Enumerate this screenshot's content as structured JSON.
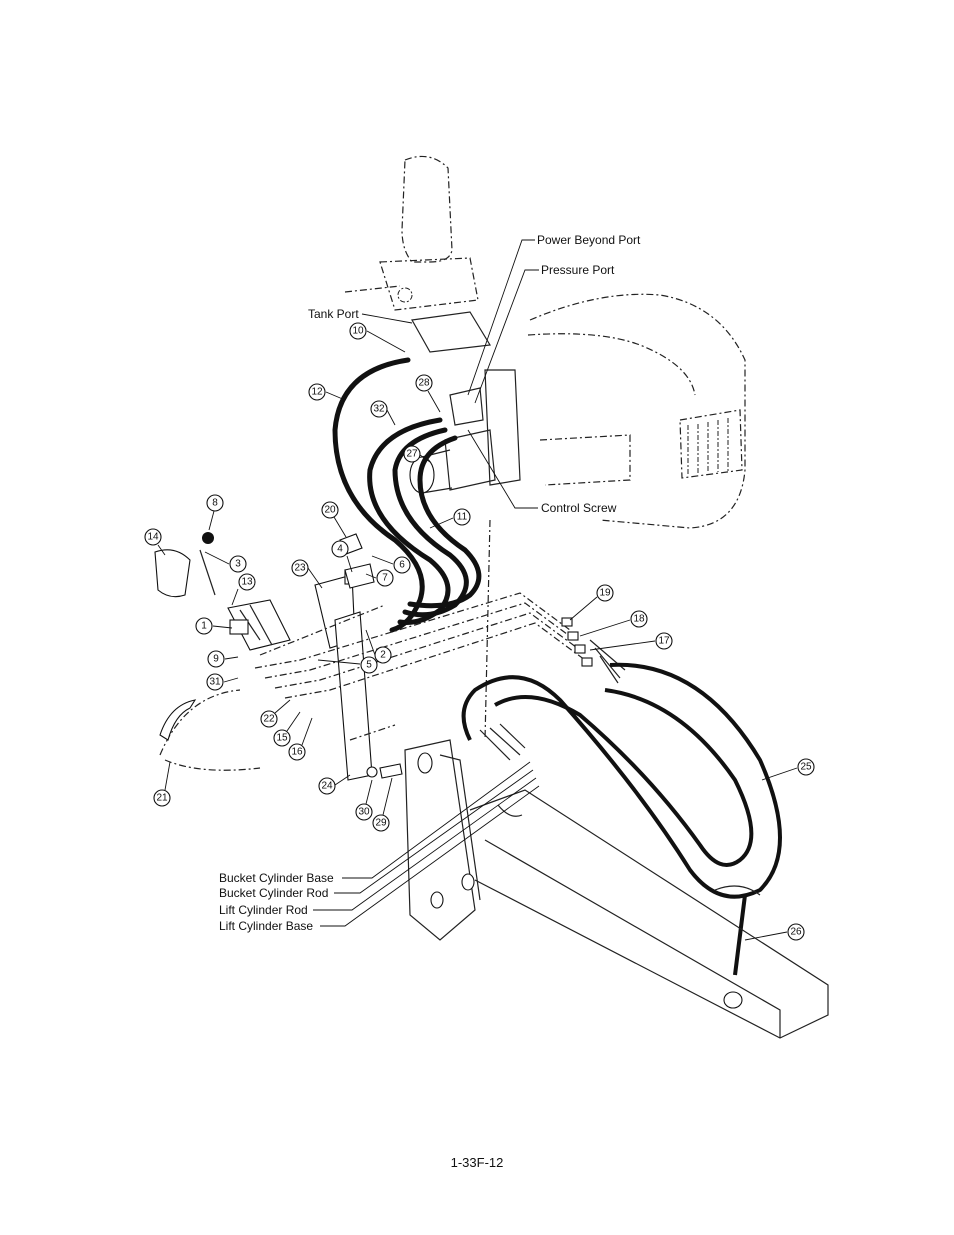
{
  "callouts": {
    "power_beyond_port": "Power Beyond Port",
    "pressure_port": "Pressure Port",
    "tank_port": "Tank Port",
    "control_screw": "Control Screw",
    "bucket_cylinder_base": "Bucket Cylinder Base",
    "bucket_cylinder_rod": "Bucket Cylinder Rod",
    "lift_cylinder_rod": "Lift Cylinder Rod",
    "lift_cylinder_base": "Lift Cylinder Base"
  },
  "parts": {
    "p1": "1",
    "p2": "2",
    "p3": "3",
    "p4": "4",
    "p5": "5",
    "p6": "6",
    "p7": "7",
    "p8": "8",
    "p9": "9",
    "p10": "10",
    "p11": "11",
    "p12": "12",
    "p13": "13",
    "p14": "14",
    "p15": "15",
    "p16": "16",
    "p17": "17",
    "p18": "18",
    "p19": "19",
    "p20": "20",
    "p21": "21",
    "p22": "22",
    "p23": "23",
    "p24": "24",
    "p25": "25",
    "p26": "26",
    "p27": "27",
    "p28": "28",
    "p29": "29",
    "p30": "30",
    "p31": "31",
    "p32": "32"
  },
  "page_number": "1-33F-12"
}
